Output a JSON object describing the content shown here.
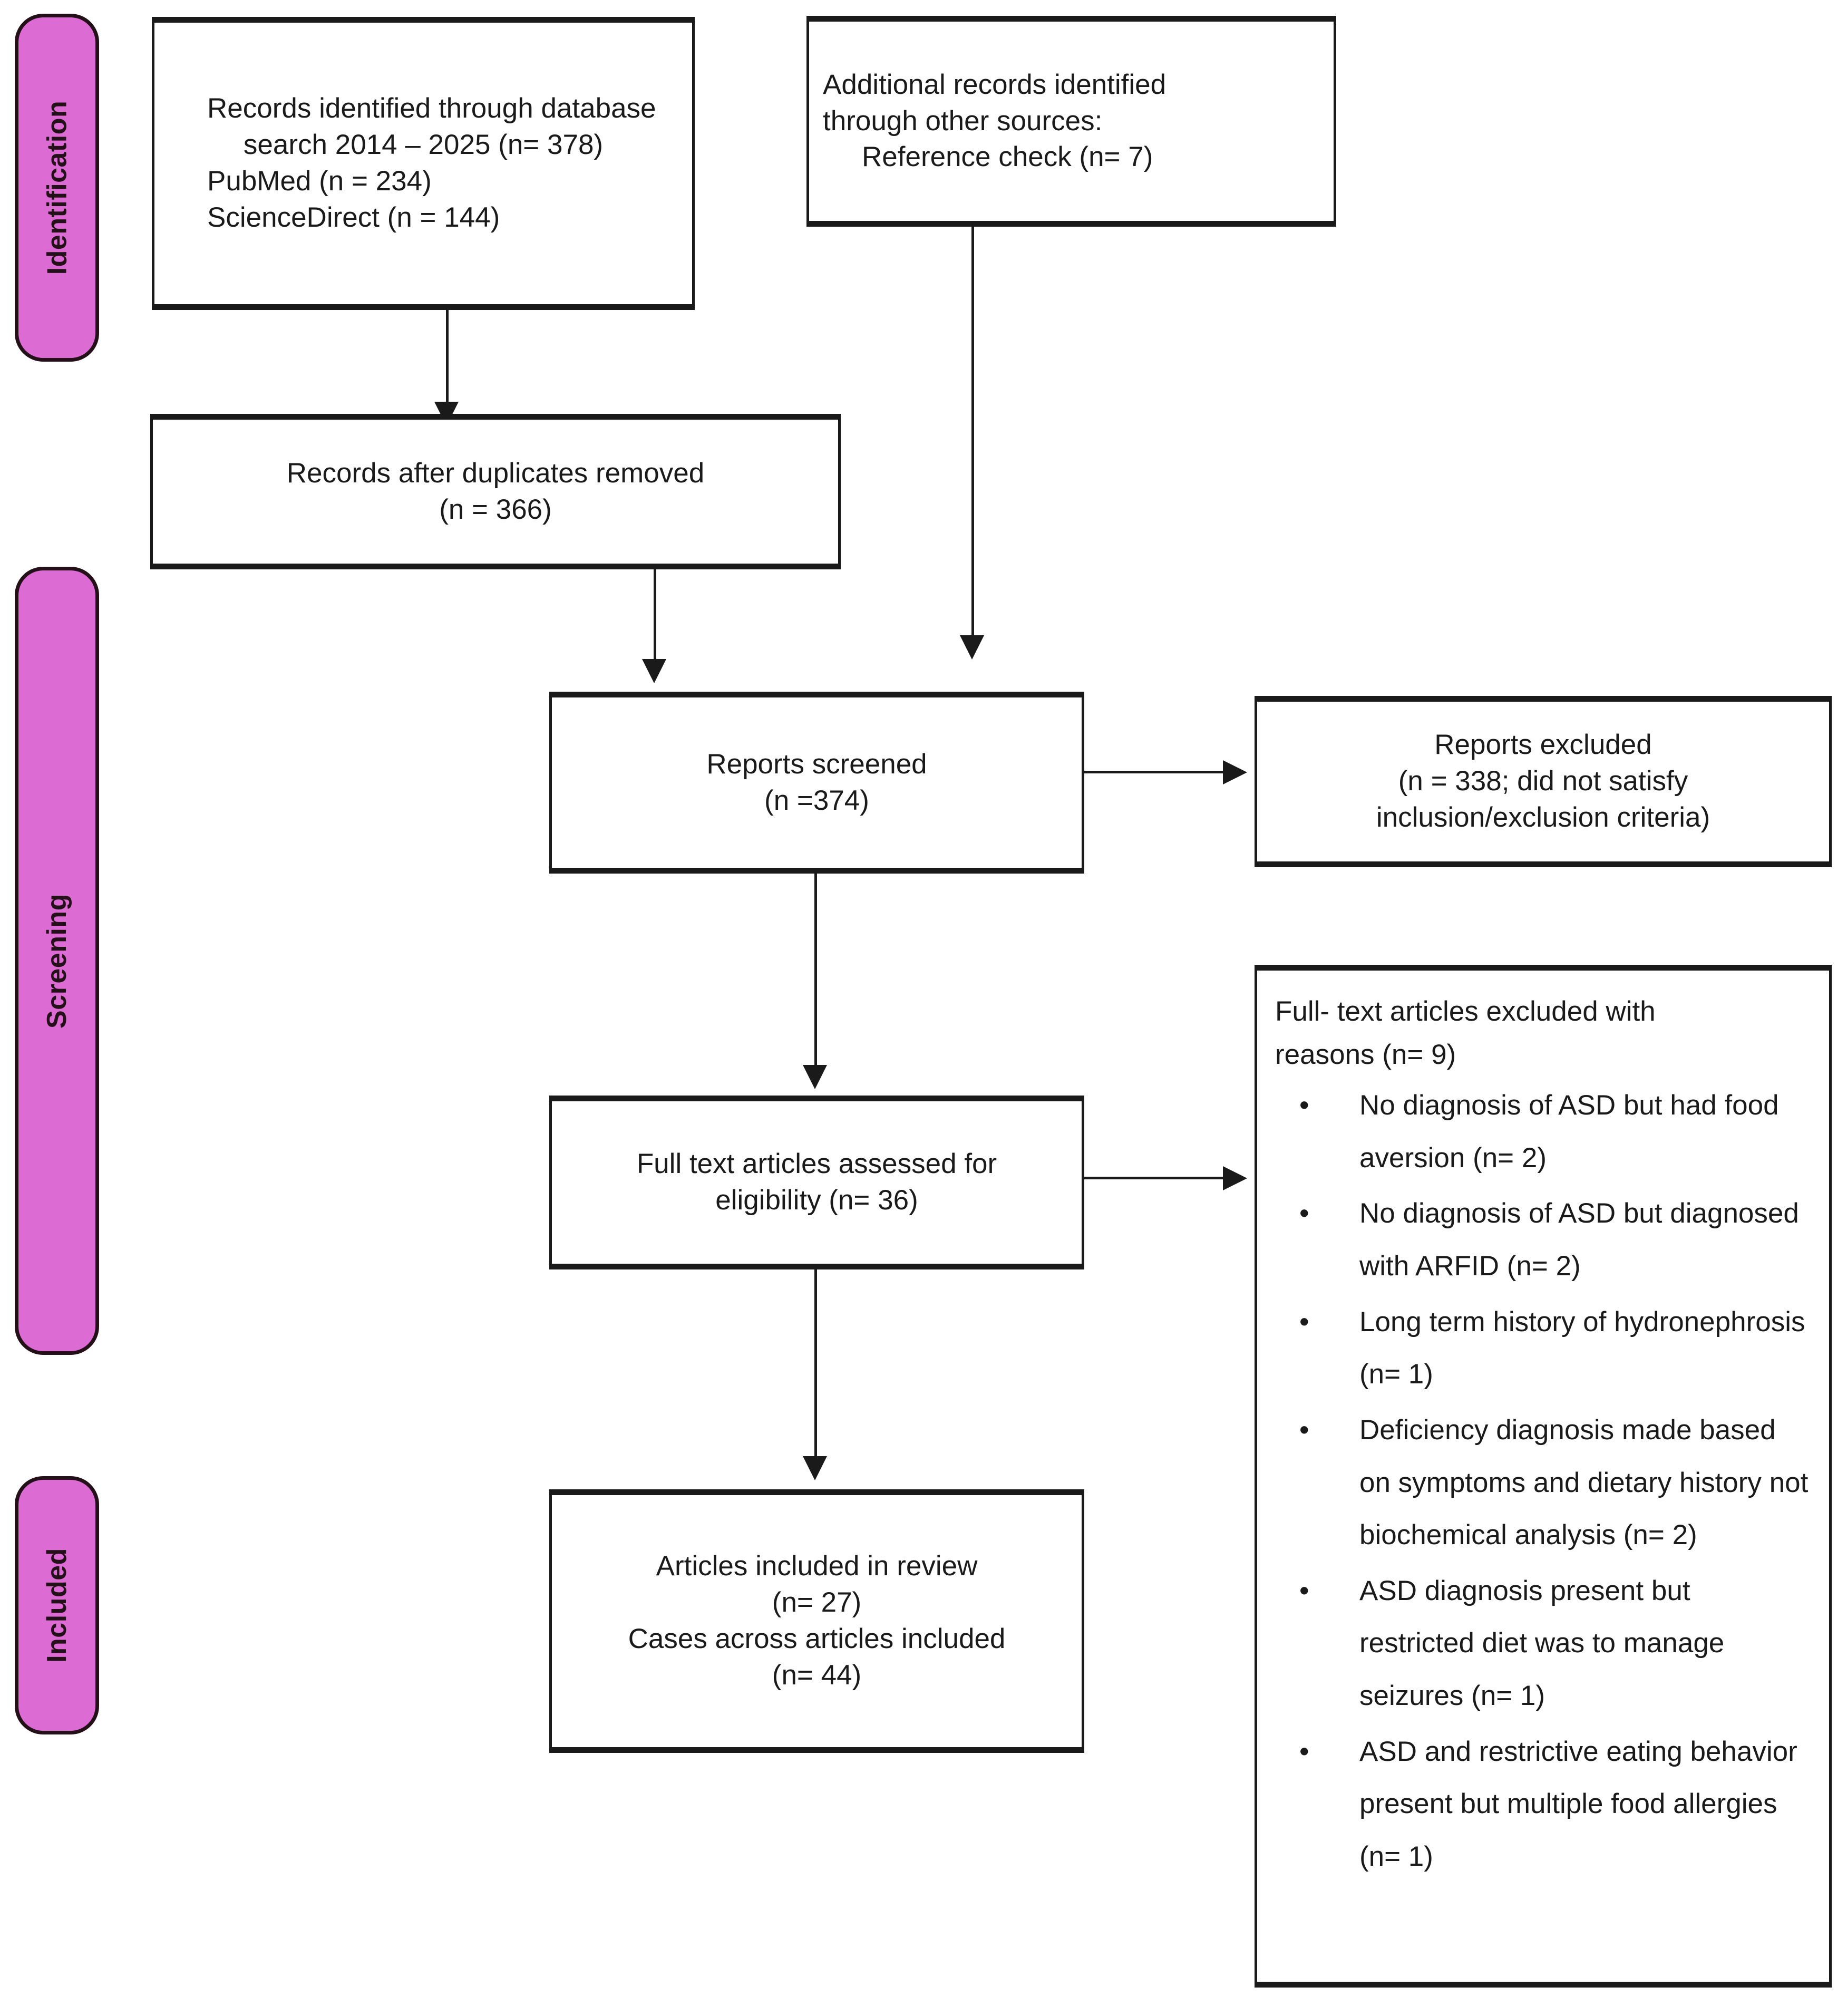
{
  "diagram": {
    "title": "PRISMA flow diagram",
    "accent_color": "#dd6bd4",
    "line_color": "#1a1a1a",
    "background_color": "#ffffff"
  },
  "phases": [
    {
      "id": "identification",
      "label": "Identification"
    },
    {
      "id": "screening",
      "label": "Screening"
    },
    {
      "id": "included",
      "label": "Included"
    }
  ],
  "boxes": {
    "database_search": {
      "name": "Records identified through database search",
      "lines": [
        "Records identified through database",
        "search 2014 – 2025 (n= 378)",
        "PubMed (n = 234)",
        "ScienceDirect (n = 144)"
      ]
    },
    "other_sources": {
      "name": "Additional records identified through other sources",
      "lines": [
        "Additional records identified",
        "through other sources:",
        "Reference check (n= 7)"
      ]
    },
    "duplicates_removed": {
      "name": "Records after duplicates removed",
      "lines": [
        "Records after duplicates removed",
        "(n = 366)"
      ]
    },
    "reports_screened": {
      "name": "Reports screened",
      "lines": [
        "Reports screened",
        "(n =374)"
      ]
    },
    "reports_excluded": {
      "name": "Reports excluded",
      "lines": [
        "Reports excluded",
        "(n = 338; did not satisfy",
        "inclusion/exclusion criteria)"
      ]
    },
    "fulltext_assessed": {
      "name": "Full text articles assessed for eligibility",
      "lines": [
        "Full text articles assessed for",
        "eligibility (n= 36)"
      ]
    },
    "articles_included": {
      "name": "Articles included in review",
      "lines": [
        "Articles included in review",
        "(n= 27)",
        "Cases across articles included",
        "(n= 44)"
      ]
    },
    "fulltext_excluded": {
      "name": "Full-text articles excluded with reasons",
      "heading_lines": [
        "Full- text articles excluded with",
        "reasons (n= 9)"
      ],
      "bullet_glyph": "•",
      "reasons": [
        "No diagnosis of ASD but had food aversion (n= 2)",
        "No diagnosis of ASD but diagnosed with ARFID (n= 2)",
        "Long term history of hydronephrosis (n= 1)",
        "Deficiency diagnosis made based on symptoms and dietary history not biochemical analysis (n= 2)",
        "ASD diagnosis present but restricted diet was to manage seizures (n= 1)",
        "ASD and restrictive eating behavior present but multiple food allergies (n= 1)"
      ]
    }
  },
  "chart_data": {
    "type": "diagram",
    "title": "PRISMA flow diagram",
    "nodes": [
      {
        "id": "database_search",
        "phase": "Identification",
        "n": 378,
        "detail": {
          "PubMed": 234,
          "ScienceDirect": 144
        },
        "years": "2014 – 2025"
      },
      {
        "id": "other_sources",
        "phase": "Identification",
        "n": 7,
        "source": "Reference check"
      },
      {
        "id": "duplicates_removed",
        "phase": "Identification",
        "n": 366
      },
      {
        "id": "reports_screened",
        "phase": "Screening",
        "n": 374
      },
      {
        "id": "reports_excluded",
        "phase": "Screening",
        "n": 338
      },
      {
        "id": "fulltext_assessed",
        "phase": "Screening",
        "n": 36
      },
      {
        "id": "fulltext_excluded",
        "phase": "Screening",
        "n": 9
      },
      {
        "id": "articles_included",
        "phase": "Included",
        "n": 27,
        "cases": 44
      }
    ],
    "edges": [
      {
        "from": "database_search",
        "to": "duplicates_removed"
      },
      {
        "from": "duplicates_removed",
        "to": "reports_screened"
      },
      {
        "from": "other_sources",
        "to": "reports_screened"
      },
      {
        "from": "reports_screened",
        "to": "reports_excluded"
      },
      {
        "from": "reports_screened",
        "to": "fulltext_assessed"
      },
      {
        "from": "fulltext_assessed",
        "to": "fulltext_excluded"
      },
      {
        "from": "fulltext_assessed",
        "to": "articles_included"
      }
    ]
  }
}
